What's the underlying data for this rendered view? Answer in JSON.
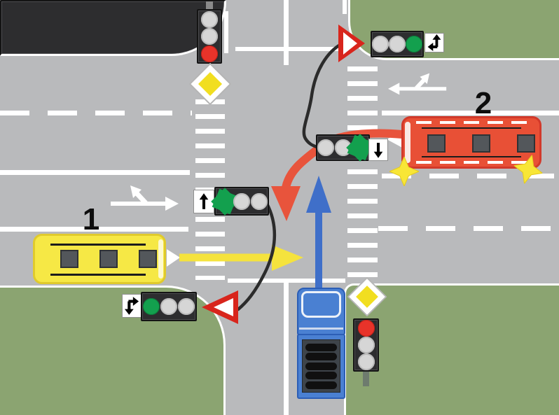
{
  "scene": {
    "description": "Crossroads driving-test diagram with two buses, a truck, six traffic lights and priority signs",
    "labels": {
      "yellow_bus": "1",
      "red_bus": "2"
    }
  },
  "colors": {
    "road": "#b9babc",
    "grass": "#8ba471",
    "marking_white": "#ffffff",
    "signal_green": "#13a04e",
    "signal_red": "#e8332a",
    "signal_off": "#d6d6d6",
    "yellow_bus": "#f6e845",
    "red_bus": "#e85036",
    "blue_truck": "#4a80d2",
    "yield_red": "#d8251c",
    "priority_yellow": "#f1de20",
    "wire_black": "#2b2b2b"
  },
  "traffic_lights": [
    {
      "id": "north-vertical",
      "orientation": "vertical",
      "lamps": [
        "off",
        "off",
        "red"
      ],
      "aux_sign": null
    },
    {
      "id": "northeast-horizontal",
      "orientation": "horizontal",
      "lamps": [
        "off",
        "off",
        "green"
      ],
      "aux_sign": "straight-or-left-arrow",
      "give_way_sign": true
    },
    {
      "id": "center-right-horizontal",
      "orientation": "horizontal",
      "lamps": [
        "off",
        "off",
        "green"
      ],
      "aux_sign": "down-arrow"
    },
    {
      "id": "center-left-horizontal",
      "orientation": "horizontal",
      "lamps": [
        "green",
        "off",
        "off"
      ],
      "aux_sign": "up-arrow"
    },
    {
      "id": "southwest-horizontal",
      "orientation": "horizontal",
      "lamps": [
        "green",
        "off",
        "off"
      ],
      "aux_sign": "straight-or-right-arrow",
      "give_way_sign": true
    },
    {
      "id": "south-vertical",
      "orientation": "vertical",
      "lamps": [
        "red",
        "off",
        "off"
      ],
      "aux_sign": null
    }
  ],
  "signs": [
    {
      "id": "priority-road-north",
      "type": "priority-road-diamond"
    },
    {
      "id": "priority-road-south",
      "type": "priority-road-diamond"
    },
    {
      "id": "give-way-northeast",
      "type": "give-way-triangle"
    },
    {
      "id": "give-way-southwest",
      "type": "give-way-triangle"
    }
  ],
  "vehicles": [
    {
      "id": "yellow-bus",
      "label": "1",
      "heading": "east"
    },
    {
      "id": "red-bus",
      "label": "2",
      "heading": "west",
      "indicators": "hazard-flashing"
    },
    {
      "id": "blue-truck",
      "heading": "north"
    }
  ],
  "route_arrows": [
    {
      "id": "yellow-route",
      "color": "#f5e33d",
      "movement": "eastbound-straight"
    },
    {
      "id": "blue-route",
      "color": "#3f6fc9",
      "movement": "northbound-straight"
    },
    {
      "id": "red-route",
      "color": "#e8543c",
      "movement": "westbound-left-turn"
    }
  ]
}
